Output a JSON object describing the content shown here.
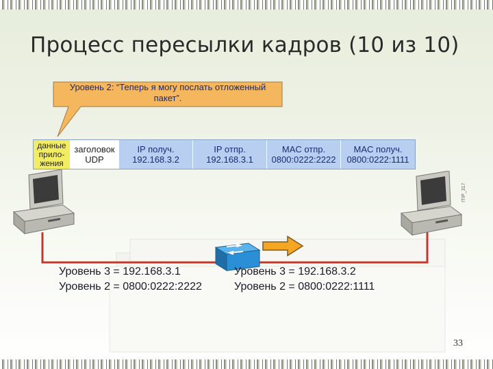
{
  "slide": {
    "title": "Процесс пересылки кадров (10 из 10)",
    "page_number": "33",
    "watermark": "ITIP_317"
  },
  "callout": {
    "line1": "Уровень 2: “Теперь я могу послать отложенный",
    "line2": "пакет”."
  },
  "frame": {
    "data_l1": "данные",
    "data_l2": "прило-",
    "data_l3": "жения",
    "udp_l1": "заголовок",
    "udp_l2": "UDP",
    "ip_dst_l1": "IP получ.",
    "ip_dst_l2": "192.168.3.2",
    "ip_src_l1": "IP отпр.",
    "ip_src_l2": "192.168.3.1",
    "mac_src_l1": "MAC отпр.",
    "mac_src_l2": "0800:0222:2222",
    "mac_dst_l1": "MAC получ.",
    "mac_dst_l2": "0800:0222:1111"
  },
  "left_host": {
    "l3": "Уровень 3 = 192.168.3.1",
    "l2": "Уровень 2 = 0800:0222:2222"
  },
  "right_host": {
    "l3": "Уровень 3 = 192.168.3.2",
    "l2": "Уровень 2 = 0800:0222:1111"
  },
  "colors": {
    "callout_fill": "#f5b75e",
    "data_cell": "#f2ec62",
    "header_cell": "#b8cff2",
    "wire": "#c0392b",
    "arrow": "#f5a623",
    "switch": "#2a8fd6"
  },
  "icons": [
    "computer-icon",
    "switch-icon",
    "right-arrow-icon"
  ]
}
